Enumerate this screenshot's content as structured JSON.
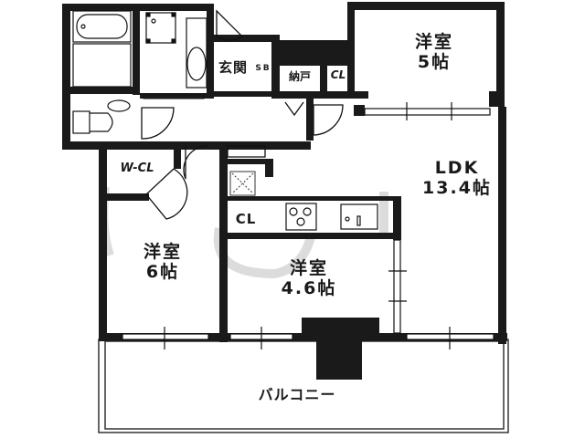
{
  "floorplan": {
    "colors": {
      "wall": "#1a1a1a",
      "background": "#ffffff",
      "watermark": "#d9d9d9"
    },
    "rooms": {
      "western_5": {
        "name": "洋室",
        "size": "5帖"
      },
      "ldk": {
        "name": "LDK",
        "size": "13.4帖"
      },
      "western_6": {
        "name": "洋室",
        "size": "6帖"
      },
      "western_4_6": {
        "name": "洋室",
        "size": "4.6帖"
      },
      "entrance": {
        "name": "玄関"
      },
      "shoe_box": {
        "name": "SB"
      },
      "storage": {
        "name": "納戸"
      },
      "closet_top": {
        "name": "CL"
      },
      "closet_mid": {
        "name": "CL"
      },
      "walkin_closet": {
        "name": "W-CL"
      },
      "balcony": {
        "name": "バルコニー"
      }
    },
    "fixtures": [
      "bathtub-icon",
      "washing-machine-icon",
      "toilet-icon",
      "sink-icon",
      "stove-icon",
      "kitchen-sink-icon"
    ]
  }
}
